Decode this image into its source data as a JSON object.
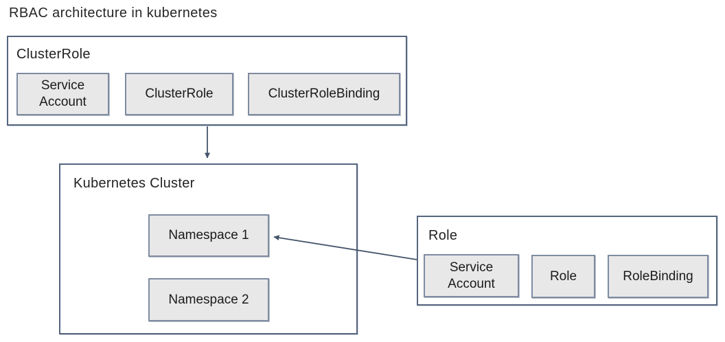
{
  "title": "RBAC architecture in kubernetes",
  "colors": {
    "background": "#FFFFFF",
    "outer_border": "#54657E",
    "inner_border": "#7D8BA1",
    "inner_fill": "#E9E8E8",
    "arrow": "#44546A",
    "text_primary": "#1F1F1F"
  },
  "groups": {
    "cluster_role": {
      "label": "ClusterRole",
      "items": [
        {
          "label": "Service Account"
        },
        {
          "label": "ClusterRole"
        },
        {
          "label": "ClusterRoleBinding"
        }
      ]
    },
    "kubernetes_cluster": {
      "label": "Kubernetes Cluster",
      "items": [
        {
          "label": "Namespace 1"
        },
        {
          "label": "Namespace 2"
        }
      ]
    },
    "role": {
      "label": "Role",
      "items": [
        {
          "label": "Service Account"
        },
        {
          "label": "Role"
        },
        {
          "label": "RoleBinding"
        }
      ]
    }
  },
  "connections": [
    {
      "id": "clusterrole-to-cluster",
      "from": "ClusterRole",
      "to": "Kubernetes Cluster",
      "type": "arrow"
    },
    {
      "id": "role-to-namespace-1",
      "from": "Role",
      "to": "Namespace 1",
      "type": "arrow"
    }
  ]
}
